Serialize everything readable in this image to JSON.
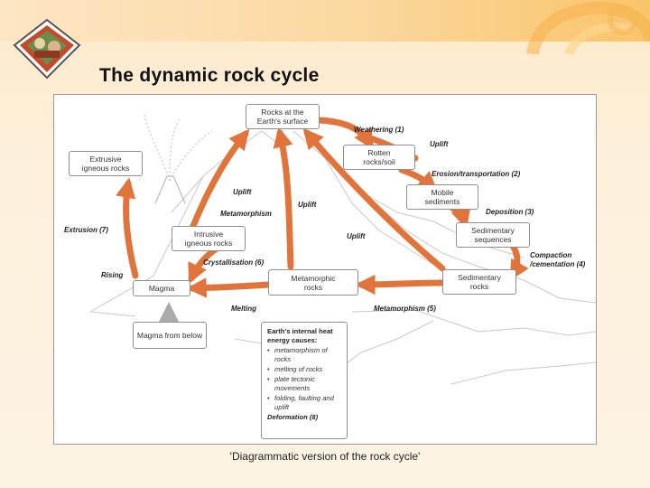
{
  "slide": {
    "title": "The dynamic rock cycle",
    "caption": "'Diagrammatic version of the rock cycle'"
  },
  "colors": {
    "arrow": "#e0743a",
    "accent_band": "#f9c46a"
  },
  "diagram": {
    "nodes": {
      "surface": "Rocks at the\nEarth's surface",
      "rotten": "Rotten\nrocks/soil",
      "mobile": "Mobile\nsediments",
      "sedseq": "Sedimentary\nsequences",
      "sedrocks": "Sedimentary\nrocks",
      "meta": "Metamorphic\nrocks",
      "magma": "Magma",
      "intrusive": "Intrusive\nigneous rocks",
      "extrusive": "Extrusive\nigneous rocks",
      "below": "Magma from below"
    },
    "labels": {
      "weathering": "Weathering (1)",
      "uplift_tr": "Uplift",
      "erosion": "Erosion/transportation (2)",
      "deposition": "Deposition (3)",
      "compaction1": "Compaction",
      "compaction2": "/cementation (4)",
      "metamorphism5": "Metamorphism (5)",
      "melting": "Melting",
      "crystallisation": "Crystallisation (6)",
      "extrusion": "Extrusion (7)",
      "rising": "Rising",
      "uplift_l": "Uplift",
      "metamorphism": "Metamorphism",
      "uplift_c": "Uplift",
      "uplift_r": "Uplift"
    },
    "heat": {
      "title": "Earth's internal heat energy causes:",
      "items": [
        "metamorphism of rocks",
        "melting of rocks",
        "plate tectonic movements",
        "folding, faulting and uplift"
      ],
      "footer": "Deformation (8)"
    }
  }
}
